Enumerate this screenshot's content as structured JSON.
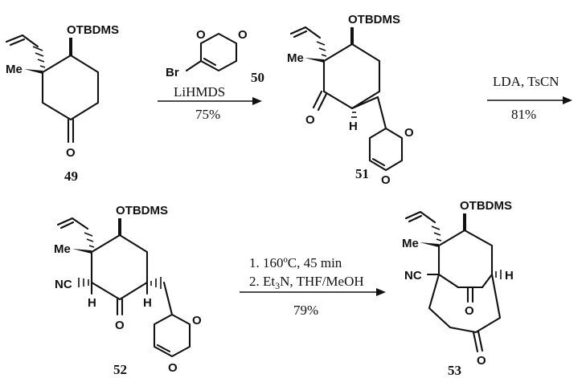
{
  "compounds": {
    "c49": "49",
    "c50": "50",
    "c51": "51",
    "c52": "52",
    "c53": "53"
  },
  "labels": {
    "otbdms": "OTBDMS",
    "me": "Me",
    "o": "O",
    "h": "H",
    "nc": "NC",
    "br": "Br"
  },
  "step1": {
    "reagent": "LiHMDS",
    "yield": "75%"
  },
  "step2": {
    "reagent": "LDA, TsCN",
    "yield": "81%"
  },
  "step3": {
    "line1": "1. 160ºC, 45 min",
    "line2": "2. Et",
    "line2_sub": "3",
    "line2_rest": "N, THF/MeOH",
    "yield": "79%"
  }
}
